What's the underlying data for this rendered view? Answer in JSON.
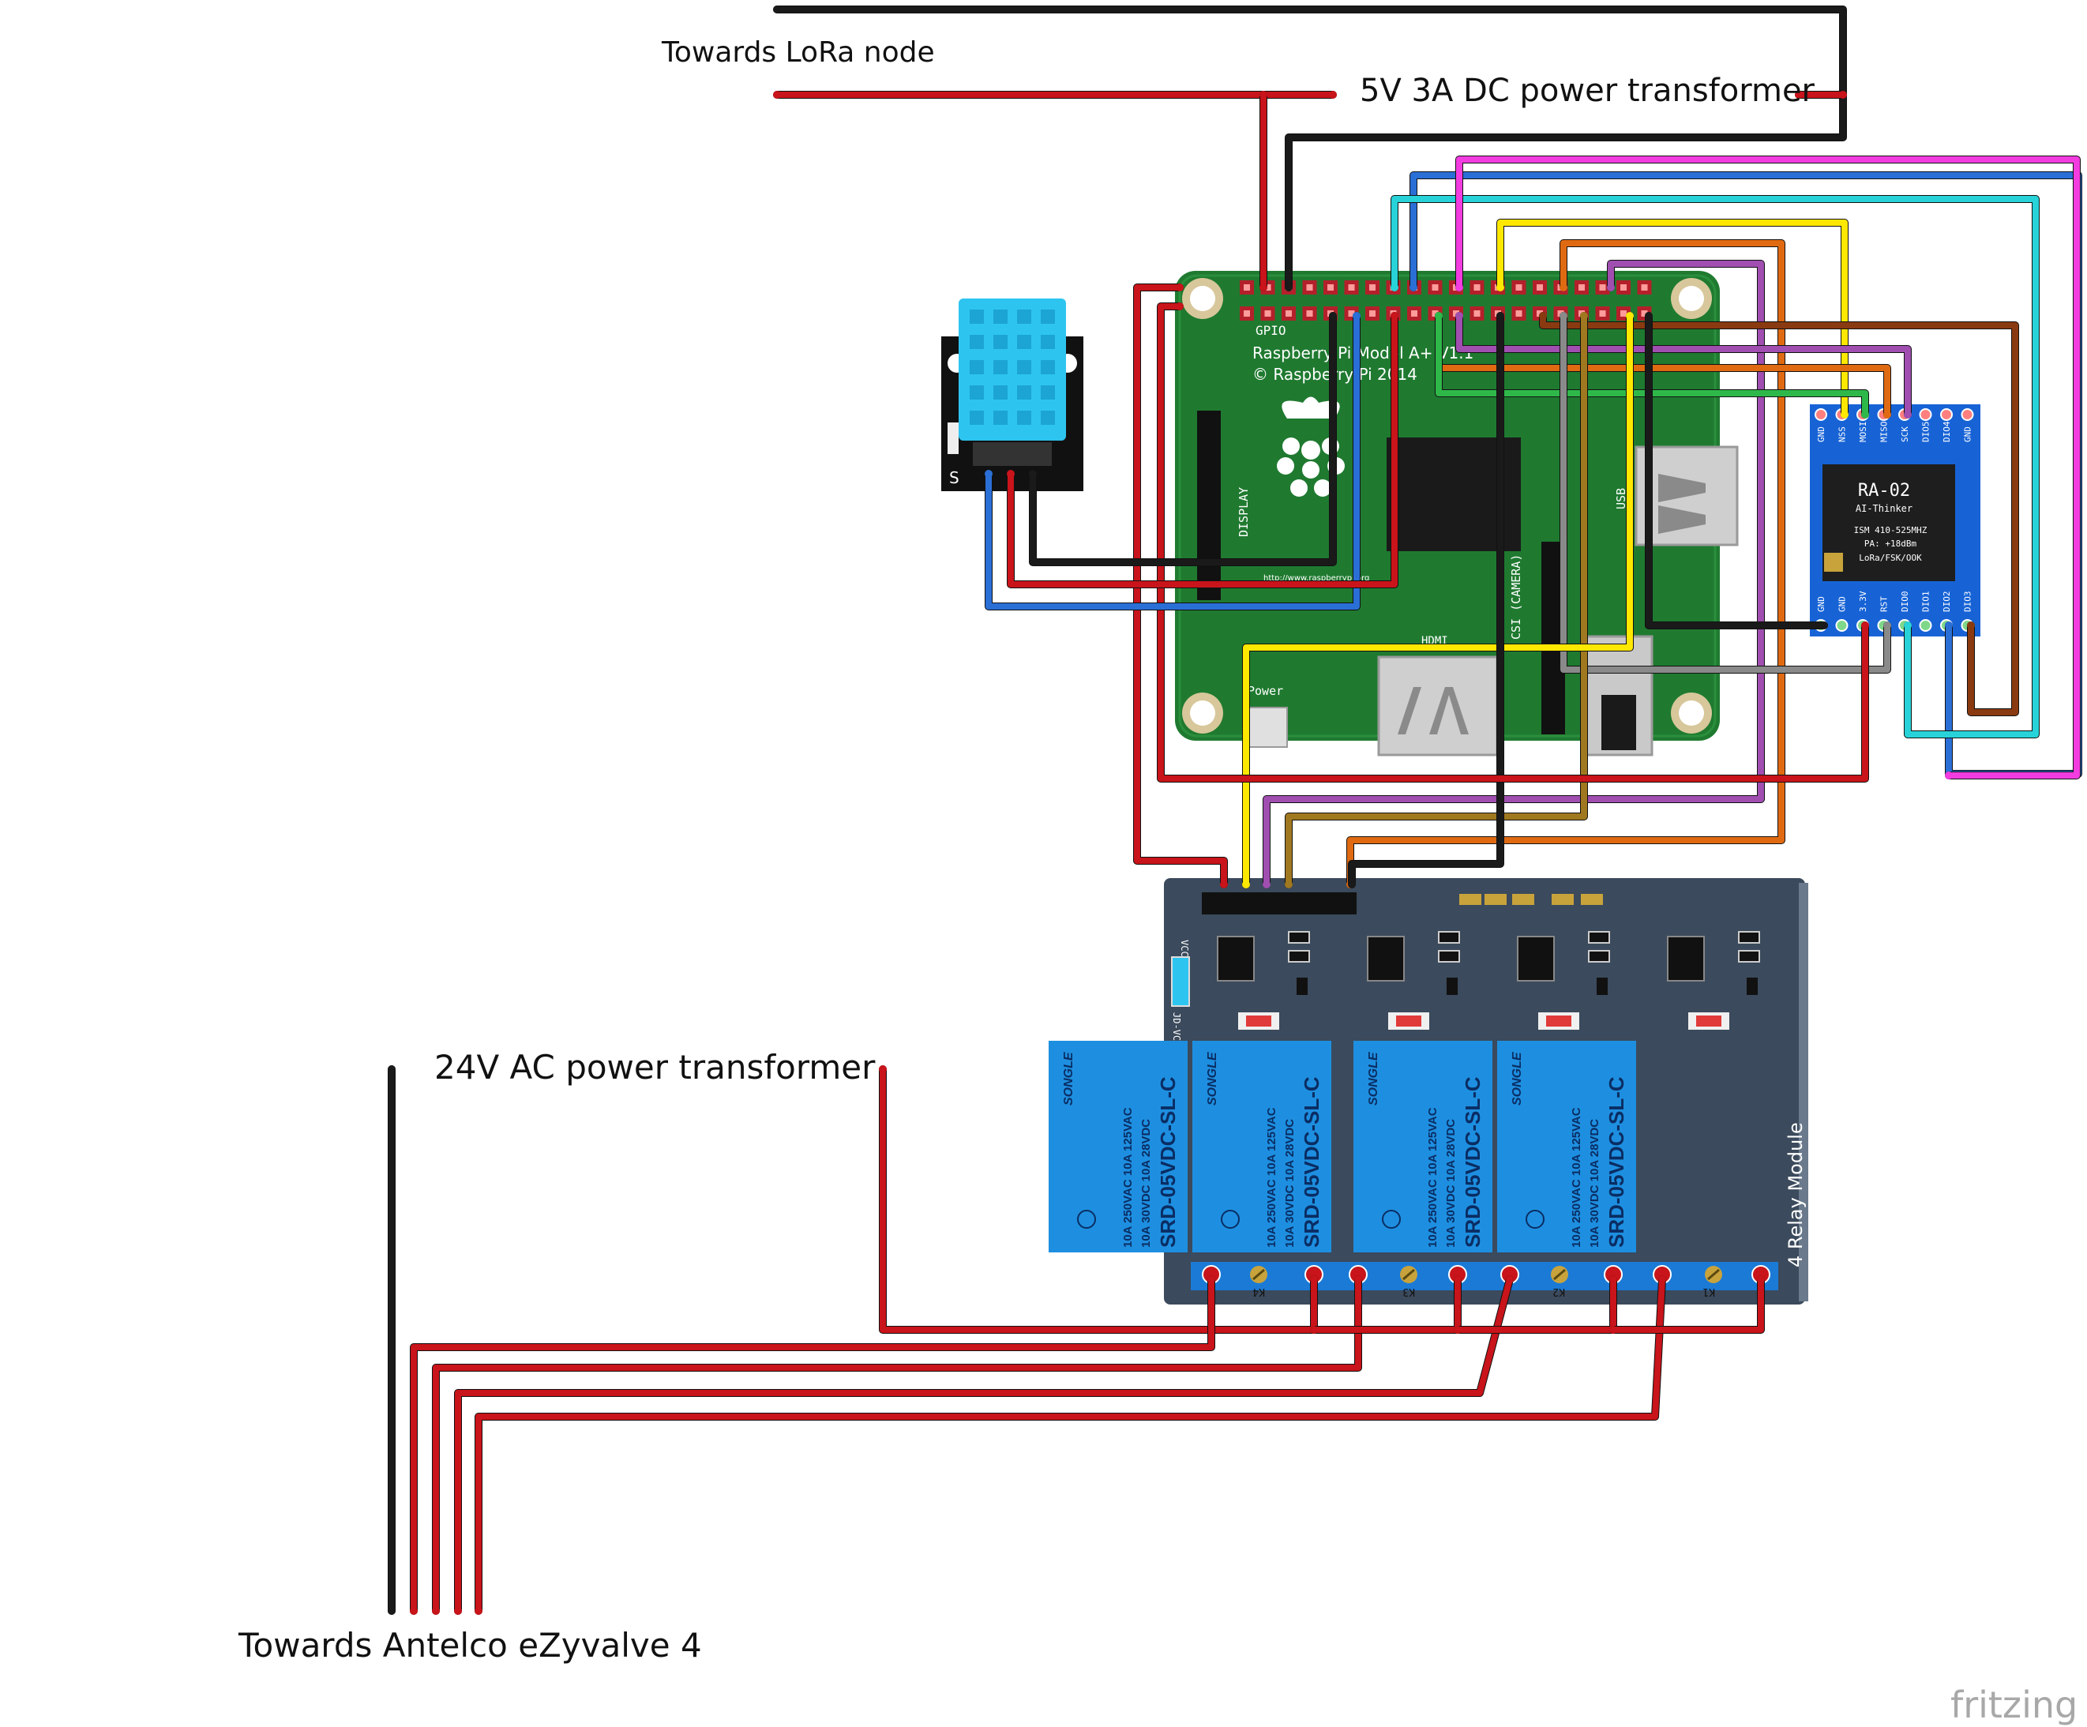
{
  "labels": {
    "lora": "Towards LoRa node",
    "dc_power": "5V 3A DC power transformer",
    "ac_power": "24V AC power transformer",
    "valve": "Towards Antelco eZyvalve 4",
    "fritzing": "fritzing"
  },
  "raspberry_pi": {
    "gpio": "GPIO",
    "model_line1": "Raspberry Pi Model A+ V1.1",
    "model_line2": "© Raspberry Pi 2014",
    "display": "DISPLAY",
    "usb": "USB",
    "camera": "CSI (CAMERA)",
    "hdmi": "HDMI",
    "power": "Power",
    "url": "http://www.raspberrypi.org"
  },
  "lora_module": {
    "name": "RA-02",
    "maker": "AI-Thinker",
    "spec1": "ISM 410-525MHZ",
    "spec2": "PA: +18dBm",
    "spec3": "LoRa/FSK/OOK",
    "top_pins": [
      "GND",
      "NSS",
      "MOSI",
      "MISO",
      "SCK",
      "DIO5",
      "DIO4",
      "GND"
    ],
    "bottom_pins": [
      "GND",
      "GND",
      "3.3V",
      "RST",
      "DIO0",
      "DIO1",
      "DIO2",
      "DIO3"
    ]
  },
  "dht_sensor": {
    "s_label": "S"
  },
  "relay_module": {
    "title": "4 Relay Module",
    "vcc": "VCC",
    "jd_vcc": "JD-VCC",
    "relay_brand": "SONGLE",
    "relay_model": "SRD-05VDC-SL-C",
    "relay_rating1": "10A 250VAC  10A 125VAC",
    "relay_rating2": "10A  30VDC  10A  28VDC",
    "terminals": [
      "K4",
      "K3",
      "K2",
      "K1"
    ]
  },
  "colors": {
    "pcb": "#1f7a30",
    "relay_board": "#3b4a5c",
    "relay_blue": "#1e8fe0",
    "dht_blue": "#2ec4f0",
    "lora_board": "#1763d6",
    "wire_red": "#c8141a",
    "wire_black": "#1a1a1a",
    "wire_blue": "#2a6fd6",
    "wire_cyan": "#27d3d8",
    "wire_magenta": "#f23ce0",
    "wire_yellow": "#ffe800",
    "wire_orange": "#e06a12",
    "wire_brown": "#8a3a10",
    "wire_purple": "#a04fb0",
    "wire_gray": "#8a8a8a",
    "wire_green": "#2fb84a",
    "wire_olive": "#a07820"
  }
}
